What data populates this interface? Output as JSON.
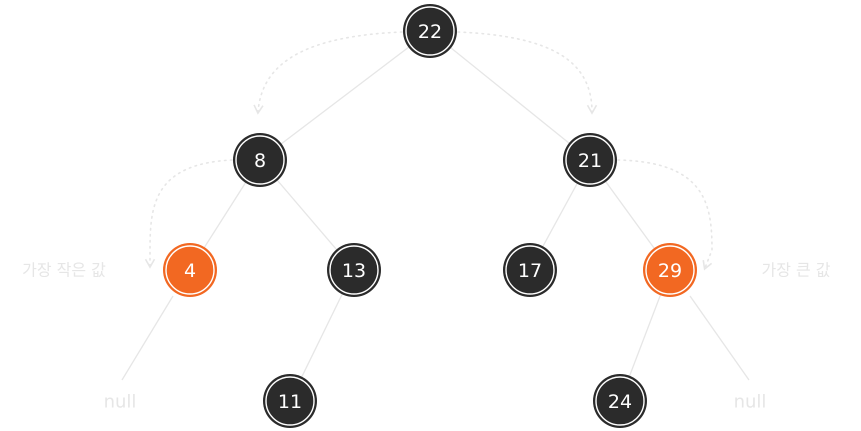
{
  "colors": {
    "node_fill": "#2b2b2b",
    "highlight_fill": "#f26822",
    "edge": "#e6e6e6",
    "label": "#e6e6e6"
  },
  "tree": {
    "nodes": [
      {
        "id": "n22",
        "label": "22",
        "highlight": false
      },
      {
        "id": "n8",
        "label": "8",
        "highlight": false
      },
      {
        "id": "n21",
        "label": "21",
        "highlight": false
      },
      {
        "id": "n4",
        "label": "4",
        "highlight": true
      },
      {
        "id": "n13",
        "label": "13",
        "highlight": false
      },
      {
        "id": "n17",
        "label": "17",
        "highlight": false
      },
      {
        "id": "n29",
        "label": "29",
        "highlight": true
      },
      {
        "id": "n11",
        "label": "11",
        "highlight": false
      },
      {
        "id": "n24",
        "label": "24",
        "highlight": false
      }
    ],
    "edges": [
      [
        "n22",
        "n8"
      ],
      [
        "n22",
        "n21"
      ],
      [
        "n8",
        "n4"
      ],
      [
        "n8",
        "n13"
      ],
      [
        "n21",
        "n17"
      ],
      [
        "n21",
        "n29"
      ],
      [
        "n13",
        "n11"
      ],
      [
        "n29",
        "n24"
      ]
    ]
  },
  "labels": {
    "min_label": "가장 작은 값",
    "max_label": "가장 큰 값",
    "null_left": "null",
    "null_right": "null"
  }
}
